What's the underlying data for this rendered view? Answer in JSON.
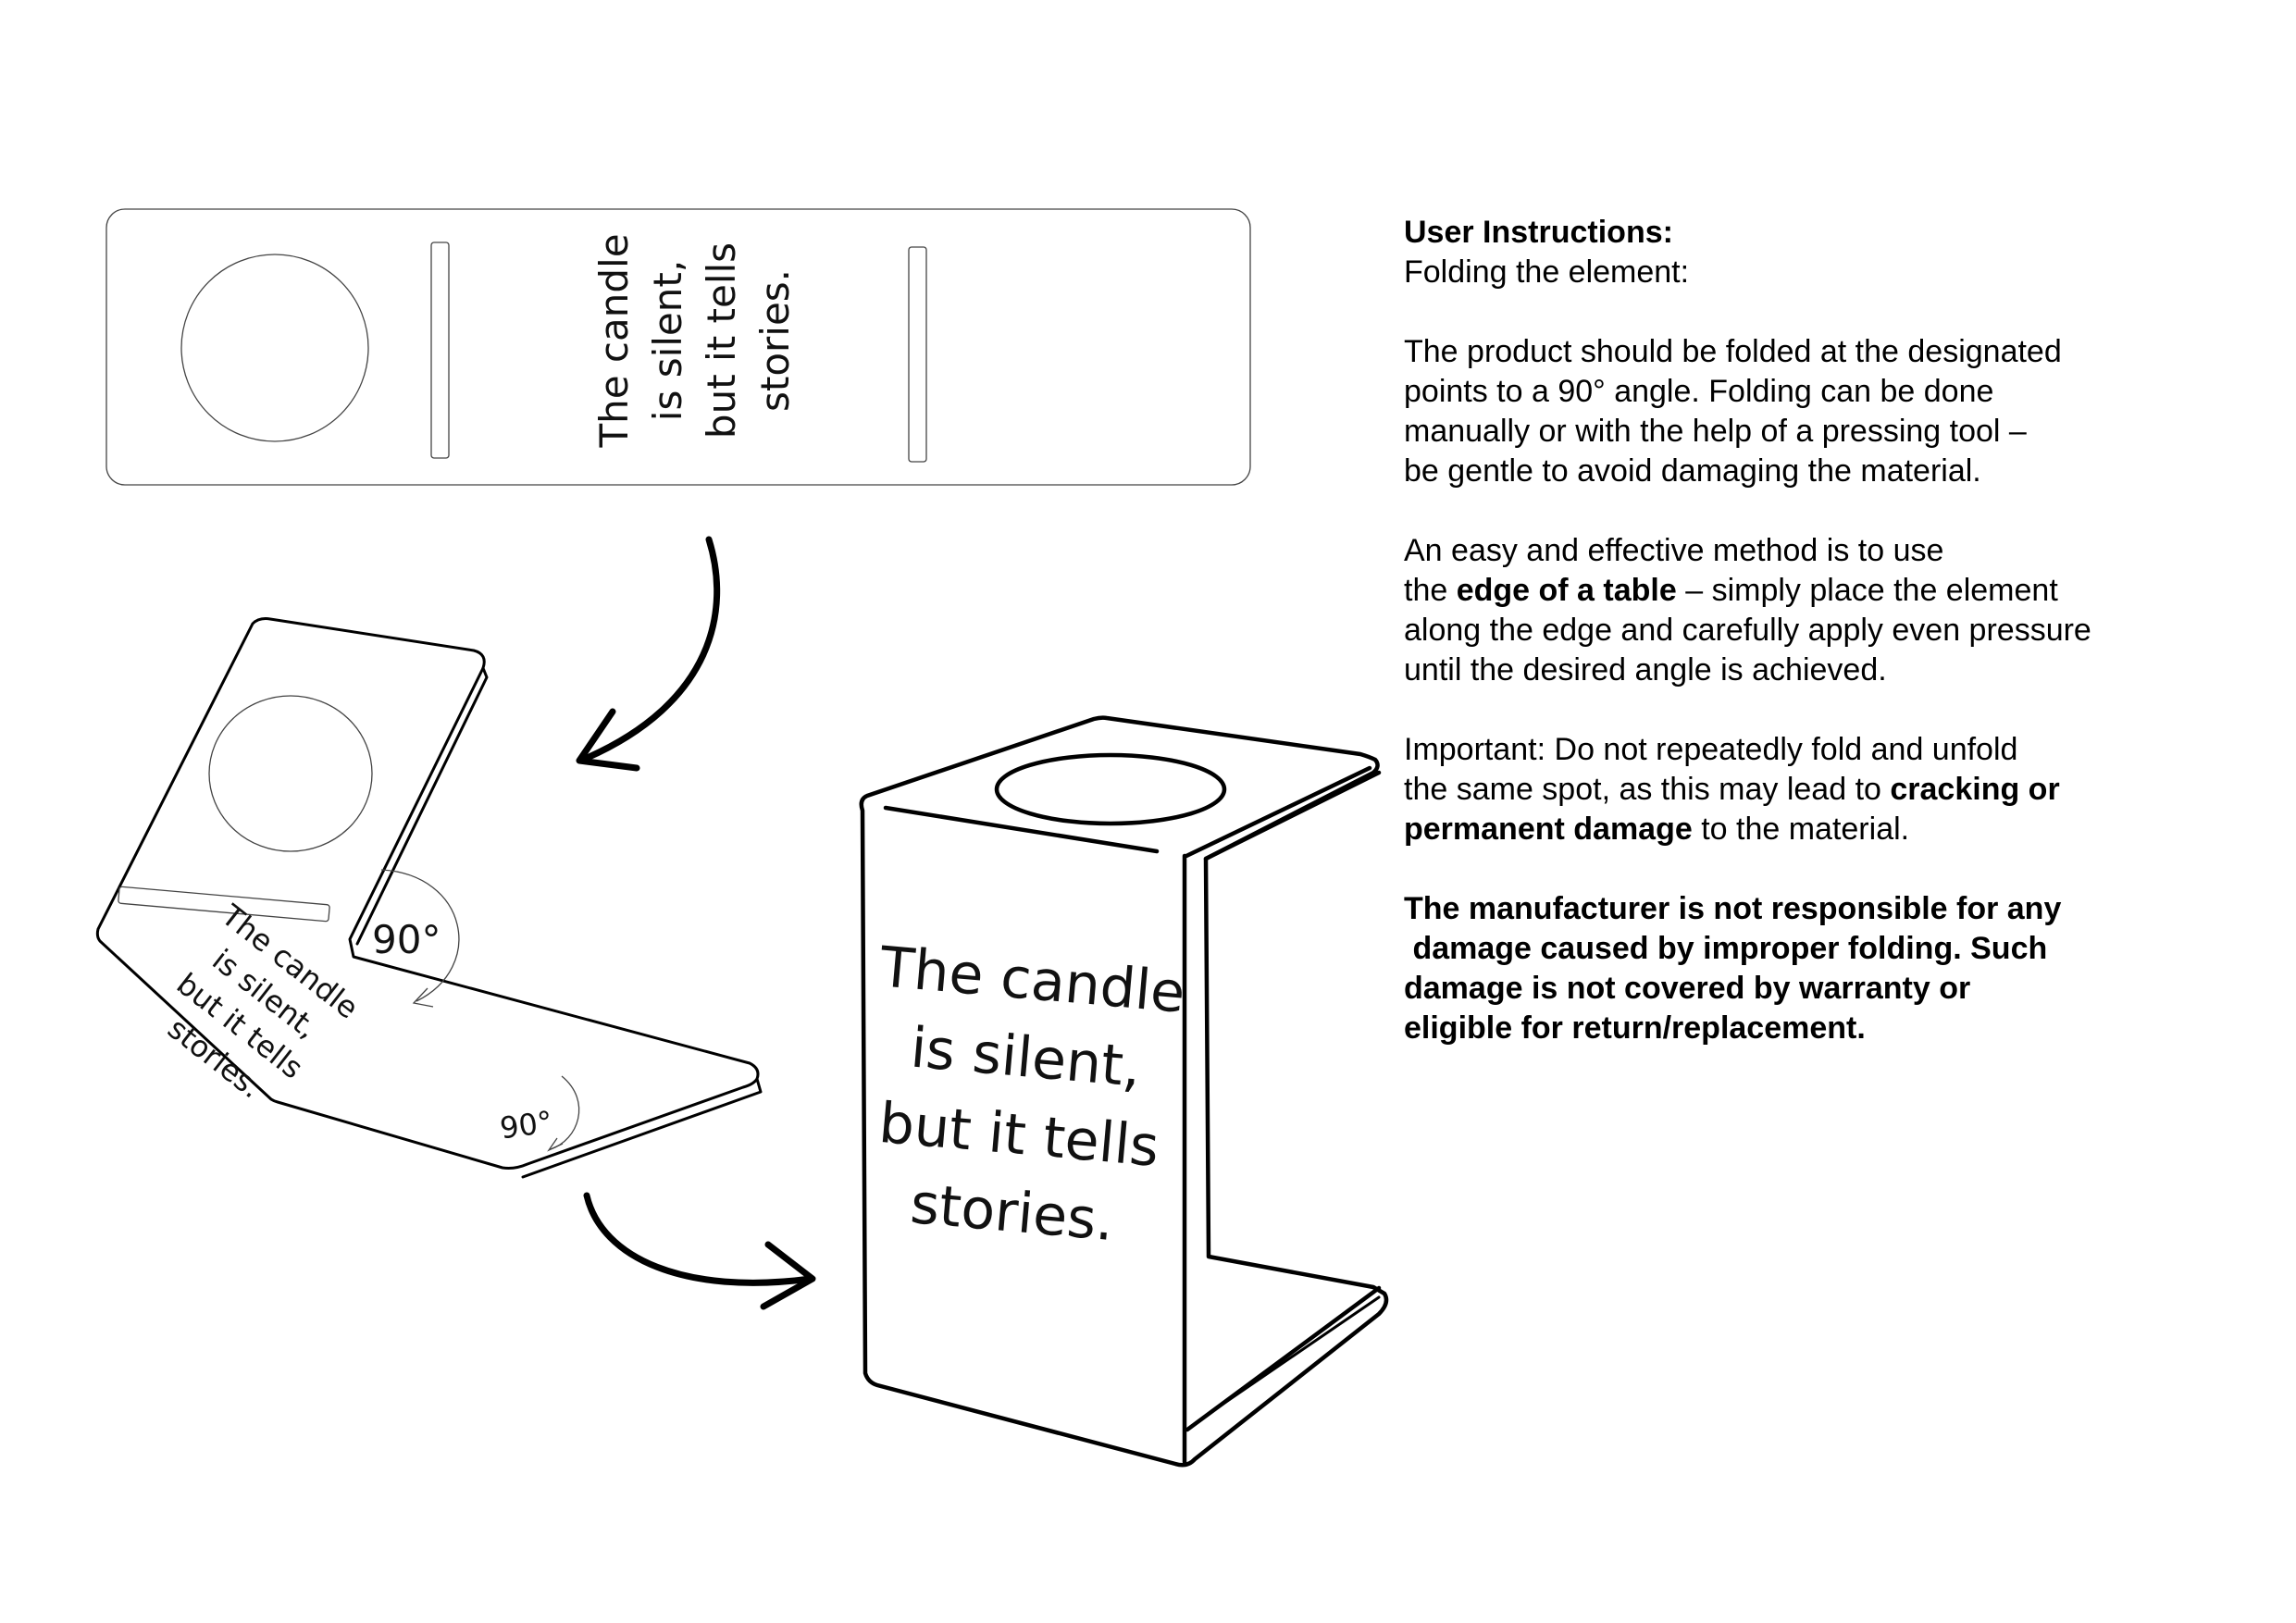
{
  "engraving": {
    "line1": "The candle",
    "line2": "is silent,",
    "line3": "but it tells",
    "line4": "stories."
  },
  "angle_label": "90°",
  "instructions": {
    "heading": "User Instructions:",
    "subheading": "Folding the element:",
    "para1": {
      "line1": "The product should be folded at the designated",
      "line2": "points to a 90° angle. Folding can be done",
      "line3": "manually or with the help of a pressing tool –",
      "line4": "be gentle to avoid damaging the material."
    },
    "para2": {
      "line1": "An easy and effective method is to use",
      "line2_pre": "the ",
      "line2_bold": "edge of a table",
      "line2_post": " – simply place the element",
      "line3": "along the edge and carefully apply even pressure",
      "line4": "until the desired angle is achieved."
    },
    "para3": {
      "line1": "Important: Do not repeatedly fold and unfold",
      "line2_pre": "the same spot, as this may lead to ",
      "line2_bold": "cracking or",
      "line3_bold": "permanent damage",
      "line3_post": " to the material."
    },
    "disclaimer": {
      "line1": "The manufacturer is not responsible for any",
      "line2": " damage caused by improper folding. Such",
      "line3": "damage is not covered by warranty or",
      "line4": "eligible for return/replacement."
    }
  }
}
